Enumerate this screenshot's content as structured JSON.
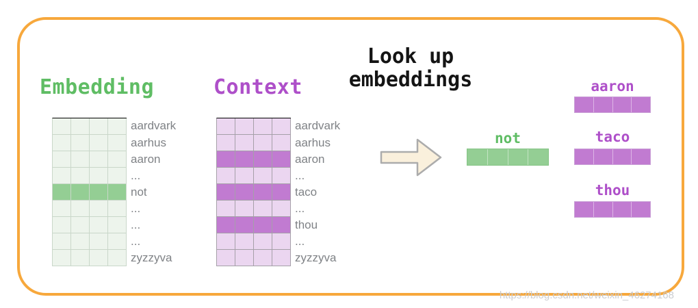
{
  "colors": {
    "border-orange": "#F7A83C",
    "green": "#5FBD64",
    "green-cell": "#EDF4EC",
    "green-grid": "#C9D7C9",
    "green-hl": "#94CE94",
    "purple": "#AE4FC9",
    "purple-cell": "#EBD6F0",
    "purple-grid": "#A5A0A8",
    "purple-hl": "#C17BD1",
    "label-gray": "#7F8286",
    "title-black": "#141414",
    "arrow-fill": "#FAF0DC",
    "arrow-stroke": "#ACACAC",
    "watermark-gray": "#C9CBCF"
  },
  "title": {
    "line1": "Look up",
    "line2": "embeddings"
  },
  "embedding_table": {
    "heading": "Embedding",
    "rows": [
      {
        "word": "aardvark",
        "highlight": false
      },
      {
        "word": "aarhus",
        "highlight": false
      },
      {
        "word": "aaron",
        "highlight": false
      },
      {
        "word": "...",
        "highlight": false
      },
      {
        "word": "not",
        "highlight": true
      },
      {
        "word": "...",
        "highlight": false
      },
      {
        "word": "...",
        "highlight": false
      },
      {
        "word": "...",
        "highlight": false
      },
      {
        "word": "zyzzyva",
        "highlight": false
      }
    ]
  },
  "context_table": {
    "heading": "Context",
    "rows": [
      {
        "word": "aardvark",
        "highlight": false
      },
      {
        "word": "aarhus",
        "highlight": false
      },
      {
        "word": "aaron",
        "highlight": true
      },
      {
        "word": "...",
        "highlight": false
      },
      {
        "word": "taco",
        "highlight": true
      },
      {
        "word": "...",
        "highlight": false
      },
      {
        "word": "thou",
        "highlight": true
      },
      {
        "word": "...",
        "highlight": false
      },
      {
        "word": "zyzzyva",
        "highlight": false
      }
    ]
  },
  "lookup_result": {
    "word": "not"
  },
  "context_results": [
    {
      "word": "aaron"
    },
    {
      "word": "taco"
    },
    {
      "word": "thou"
    }
  ],
  "watermark": "https://blog.csdn.net/weixin_46274168"
}
